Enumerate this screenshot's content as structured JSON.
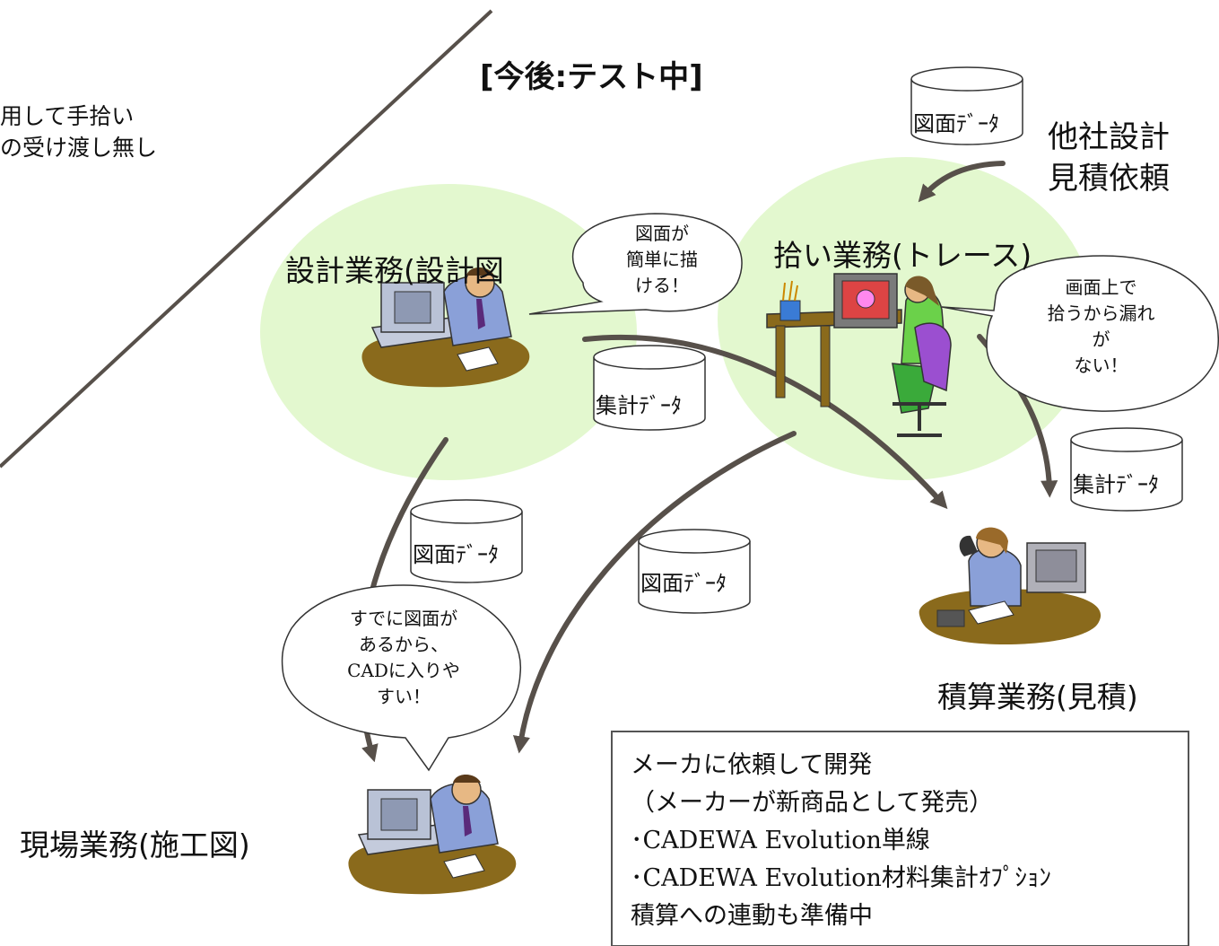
{
  "top_left": {
    "line1": "用して手拾い",
    "line2": "の受け渡し無し"
  },
  "header": "[今後:テスト中]",
  "other_company": {
    "line1": "他社設計",
    "line2": "見積依頼"
  },
  "roles": {
    "design": "設計業務(設計図",
    "takeoff": "拾い業務(トレース)",
    "estimate": "積算業務(見積)",
    "site": "現場業務(施工図)"
  },
  "databases": {
    "drawing_top": "図面ﾃﾞｰﾀ",
    "summary_center": "集計ﾃﾞｰﾀ",
    "summary_right": "集計ﾃﾞｰﾀ",
    "drawing_left": "図面ﾃﾞｰﾀ",
    "drawing_mid": "図面ﾃﾞｰﾀ"
  },
  "bubbles": {
    "design": [
      "図面が",
      "簡単に描",
      "ける！"
    ],
    "takeoff": [
      "画面上で",
      "拾うから漏れ",
      "が",
      "ない！"
    ],
    "site": [
      "すでに図面が",
      "あるから、",
      "CADに入りや",
      "すい！"
    ]
  },
  "info_box": {
    "line1": "メーカに依頼して開発",
    "line2": "（メーカーが新商品として発売）",
    "line3": "･CADEWA Evolution単線",
    "line4": "･CADEWA Evolution材料集計ｵﾌﾟｼｮﾝ",
    "line5": "積算への連動も準備中"
  },
  "colors": {
    "blob": "#e3f8cf",
    "arrow": "#57504a",
    "desk": "#8a6a1c",
    "monitor": "#b9c2d6"
  }
}
